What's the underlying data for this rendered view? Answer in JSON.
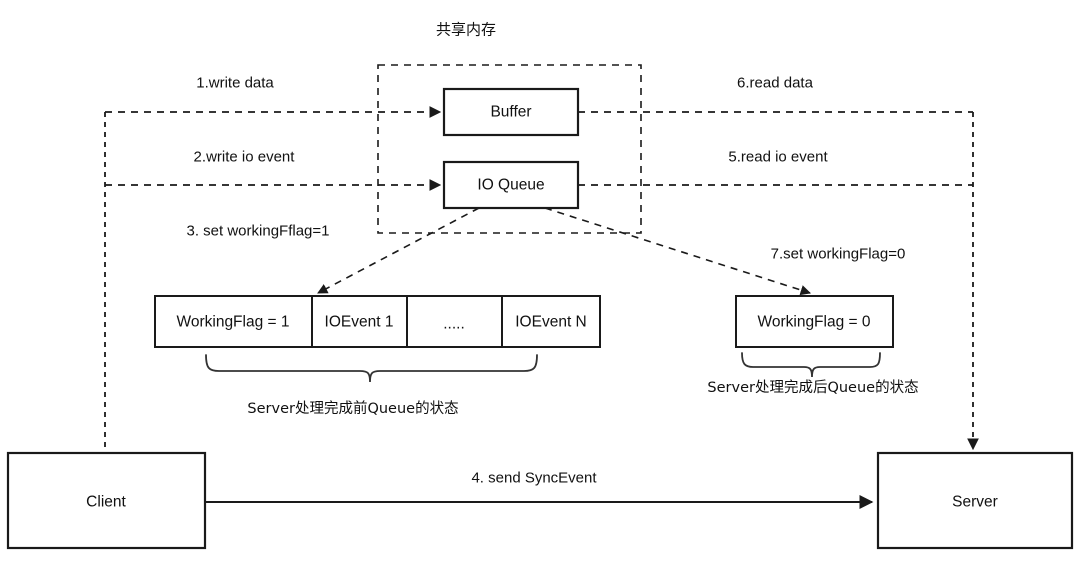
{
  "diagram": {
    "title": "共享内存",
    "shared_memory_region": {
      "label": "共享内存",
      "boxes": [
        {
          "name": "buffer",
          "label": "Buffer"
        },
        {
          "name": "io-queue",
          "label": "IO Queue"
        }
      ]
    },
    "left_steps": [
      {
        "id": "step-1",
        "label": "1.write data"
      },
      {
        "id": "step-2",
        "label": "2.write io event"
      },
      {
        "id": "step-3",
        "label": "3. set workingFflag=1"
      }
    ],
    "right_steps": [
      {
        "id": "step-6",
        "label": "6.read data"
      },
      {
        "id": "step-5",
        "label": "5.read io event"
      },
      {
        "id": "step-7",
        "label": "7.set workingFlag=0"
      }
    ],
    "bottom_step": {
      "id": "step-4",
      "label": "4. send SyncEvent"
    },
    "queue_before": {
      "caption": "Server处理完成前Queue的状态",
      "cells": [
        "WorkingFlag = 1",
        "IOEvent 1",
        ".....",
        "IOEvent N"
      ]
    },
    "queue_after": {
      "caption": "Server处理完成后Queue的状态",
      "cells": [
        "WorkingFlag = 0"
      ]
    },
    "endpoints": [
      {
        "name": "client",
        "label": "Client"
      },
      {
        "name": "server",
        "label": "Server"
      }
    ],
    "colors": {
      "stroke": "#1a1a1a",
      "background": "#ffffff",
      "text": "#111111"
    }
  }
}
